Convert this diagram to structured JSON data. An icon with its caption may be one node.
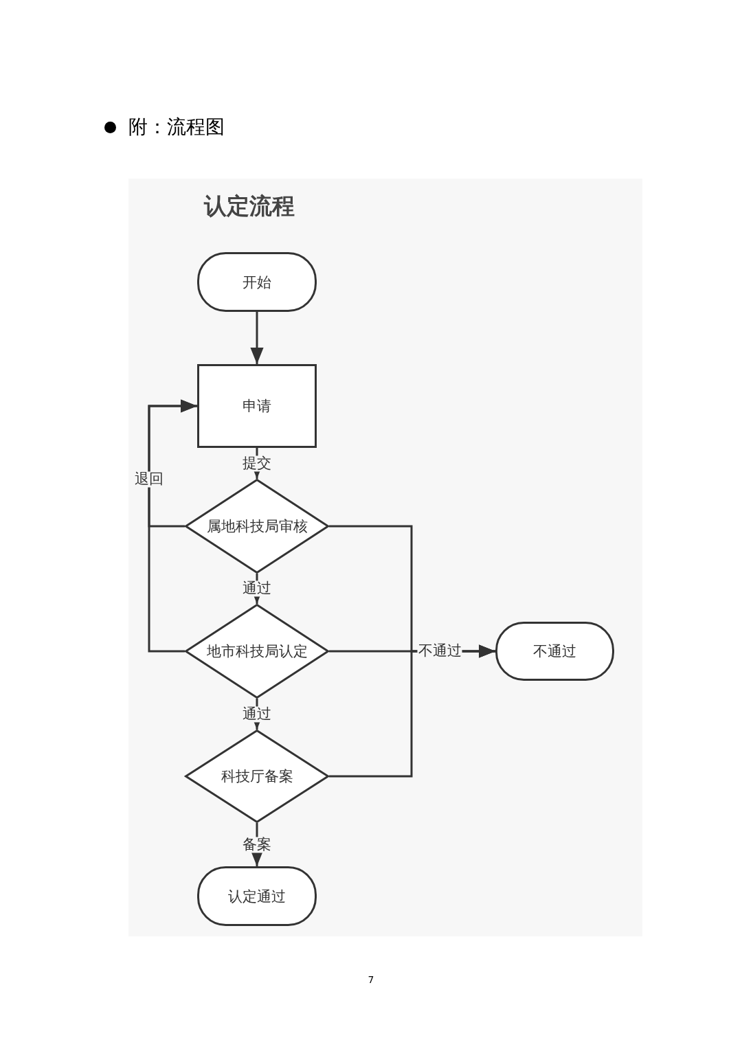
{
  "diagram": {
    "title": "认定流程",
    "nodes": [
      {
        "text": [
          "开始"
        ]
      },
      {
        "text": [
          "申请"
        ]
      },
      {
        "text": [
          "属地科技局审核"
        ]
      },
      {
        "text": [
          "地市科技局认定"
        ]
      },
      {
        "text": [
          "科技厅备案"
        ]
      },
      {
        "text": [
          "认定通过"
        ]
      },
      {
        "text": [
          "不通过"
        ]
      }
    ],
    "edges": [
      {
        "from": 0,
        "to": 1,
        "arrow": "to"
      },
      {
        "from": 1,
        "to": 2,
        "label": "提交",
        "arrow": "to"
      },
      {
        "from": 2,
        "to": 3,
        "label": "通过",
        "arrow": "to"
      },
      {
        "from": 3,
        "to": 4,
        "label": "通过",
        "arrow": "to"
      },
      {
        "from": 4,
        "to": 5,
        "label": "备案",
        "arrow": "to"
      },
      {
        "from": 2,
        "to": 1,
        "label": "退回",
        "arrow": "to"
      },
      {
        "from": 3,
        "to": 1,
        "arrow": "to"
      },
      {
        "from": 2,
        "to": 6,
        "arrow": "to"
      },
      {
        "from": 3,
        "to": 6,
        "label": "不通过",
        "arrow": "to"
      },
      {
        "from": 4,
        "to": 6,
        "arrow": "to"
      }
    ],
    "labels": [
      "附：流程图",
      "7"
    ]
  }
}
